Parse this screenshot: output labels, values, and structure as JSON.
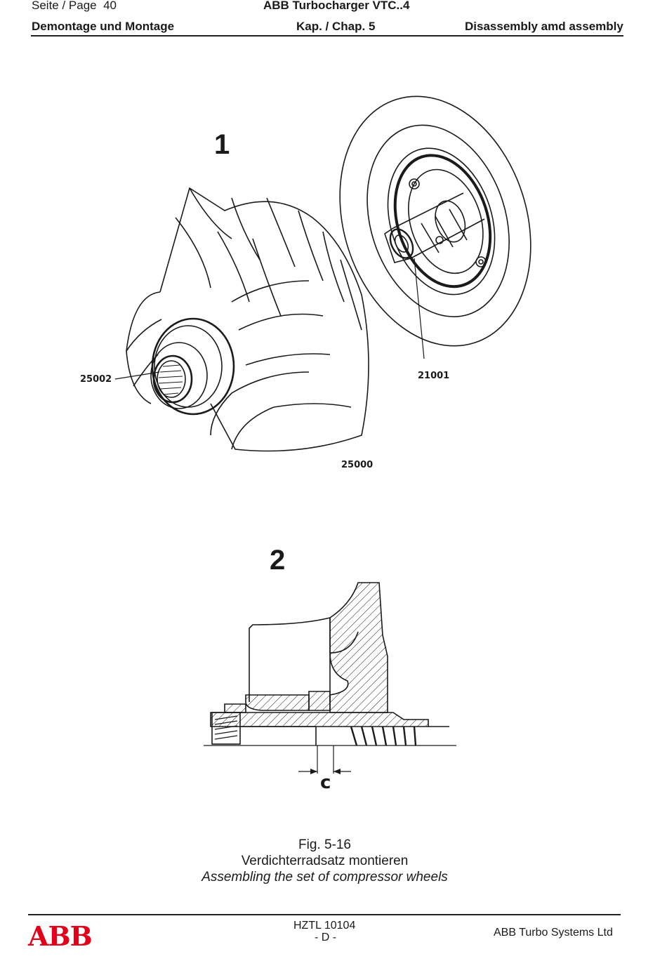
{
  "header": {
    "page_label": "Seite / Page",
    "page_number": "40",
    "product": "ABB Turbocharger VTC..4",
    "section_de": "Demontage und Montage",
    "chapter": "Kap. / Chap. 5",
    "section_en": "Disassembly amd assembly"
  },
  "figure1": {
    "number": "1",
    "callouts": {
      "nut": "25002",
      "shaft": "21001",
      "wheel": "25000"
    }
  },
  "figure2": {
    "number": "2",
    "dimension_label": "c"
  },
  "caption": {
    "fig": "Fig. 5-16",
    "title_de": "Verdichterradsatz montieren",
    "title_en": "Assembling the set of compressor wheels"
  },
  "footer": {
    "logo_text": "ABB",
    "doc_number": "HZTL 10104",
    "revision": "- D -",
    "company": "ABB Turbo Systems Ltd"
  },
  "colors": {
    "logo": "#e2001a",
    "ink": "#1a1a1a"
  }
}
